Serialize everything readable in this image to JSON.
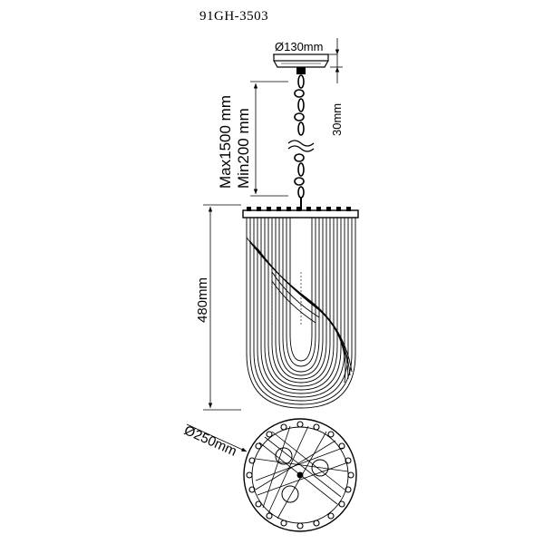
{
  "model": "91GH-3503",
  "dimensions": {
    "canopy_diameter": "Ø130mm",
    "canopy_height": "30mm",
    "chain_max": "Max1500 mm",
    "chain_min": "Min200 mm",
    "body_height": "480mm",
    "body_diameter": "Ø250mm"
  }
}
